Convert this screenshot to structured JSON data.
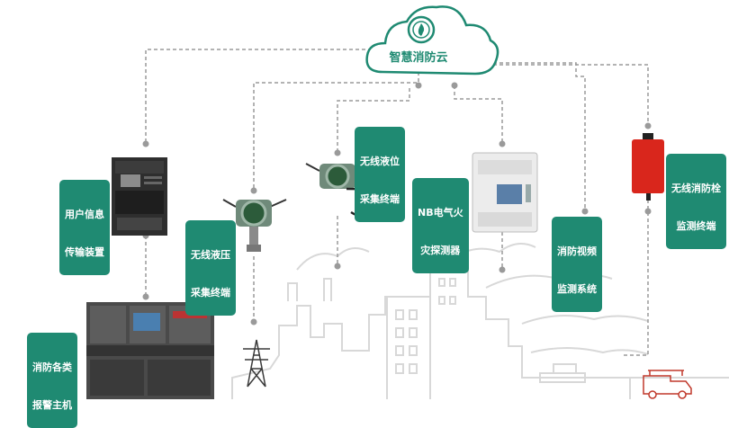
{
  "cloud": {
    "title": "智慧消防云",
    "icon": "fire-cloud-icon"
  },
  "labels": {
    "user_info": {
      "l1": "用户信息",
      "l2": "传输装置"
    },
    "pressure": {
      "l1": "无线液压",
      "l2": "采集终端"
    },
    "liquid_level": {
      "l1": "无线液位",
      "l2": "采集终端"
    },
    "nb_fire": {
      "l1": "NB电气火",
      "l2": "灾探测器"
    },
    "video": {
      "l1": "消防视频",
      "l2": "监测系统"
    },
    "hydrant": {
      "l1": "无线消防栓",
      "l2": "监测终端"
    },
    "alarm_host": {
      "l1": "消防各类",
      "l2": "报警主机"
    }
  },
  "colors": {
    "accent": "#1f8a72",
    "line": "#9a9a9a",
    "sketch": "#d8d8d8",
    "device_dark": "#3a3a3a",
    "hydrant_red": "#d9261c"
  }
}
